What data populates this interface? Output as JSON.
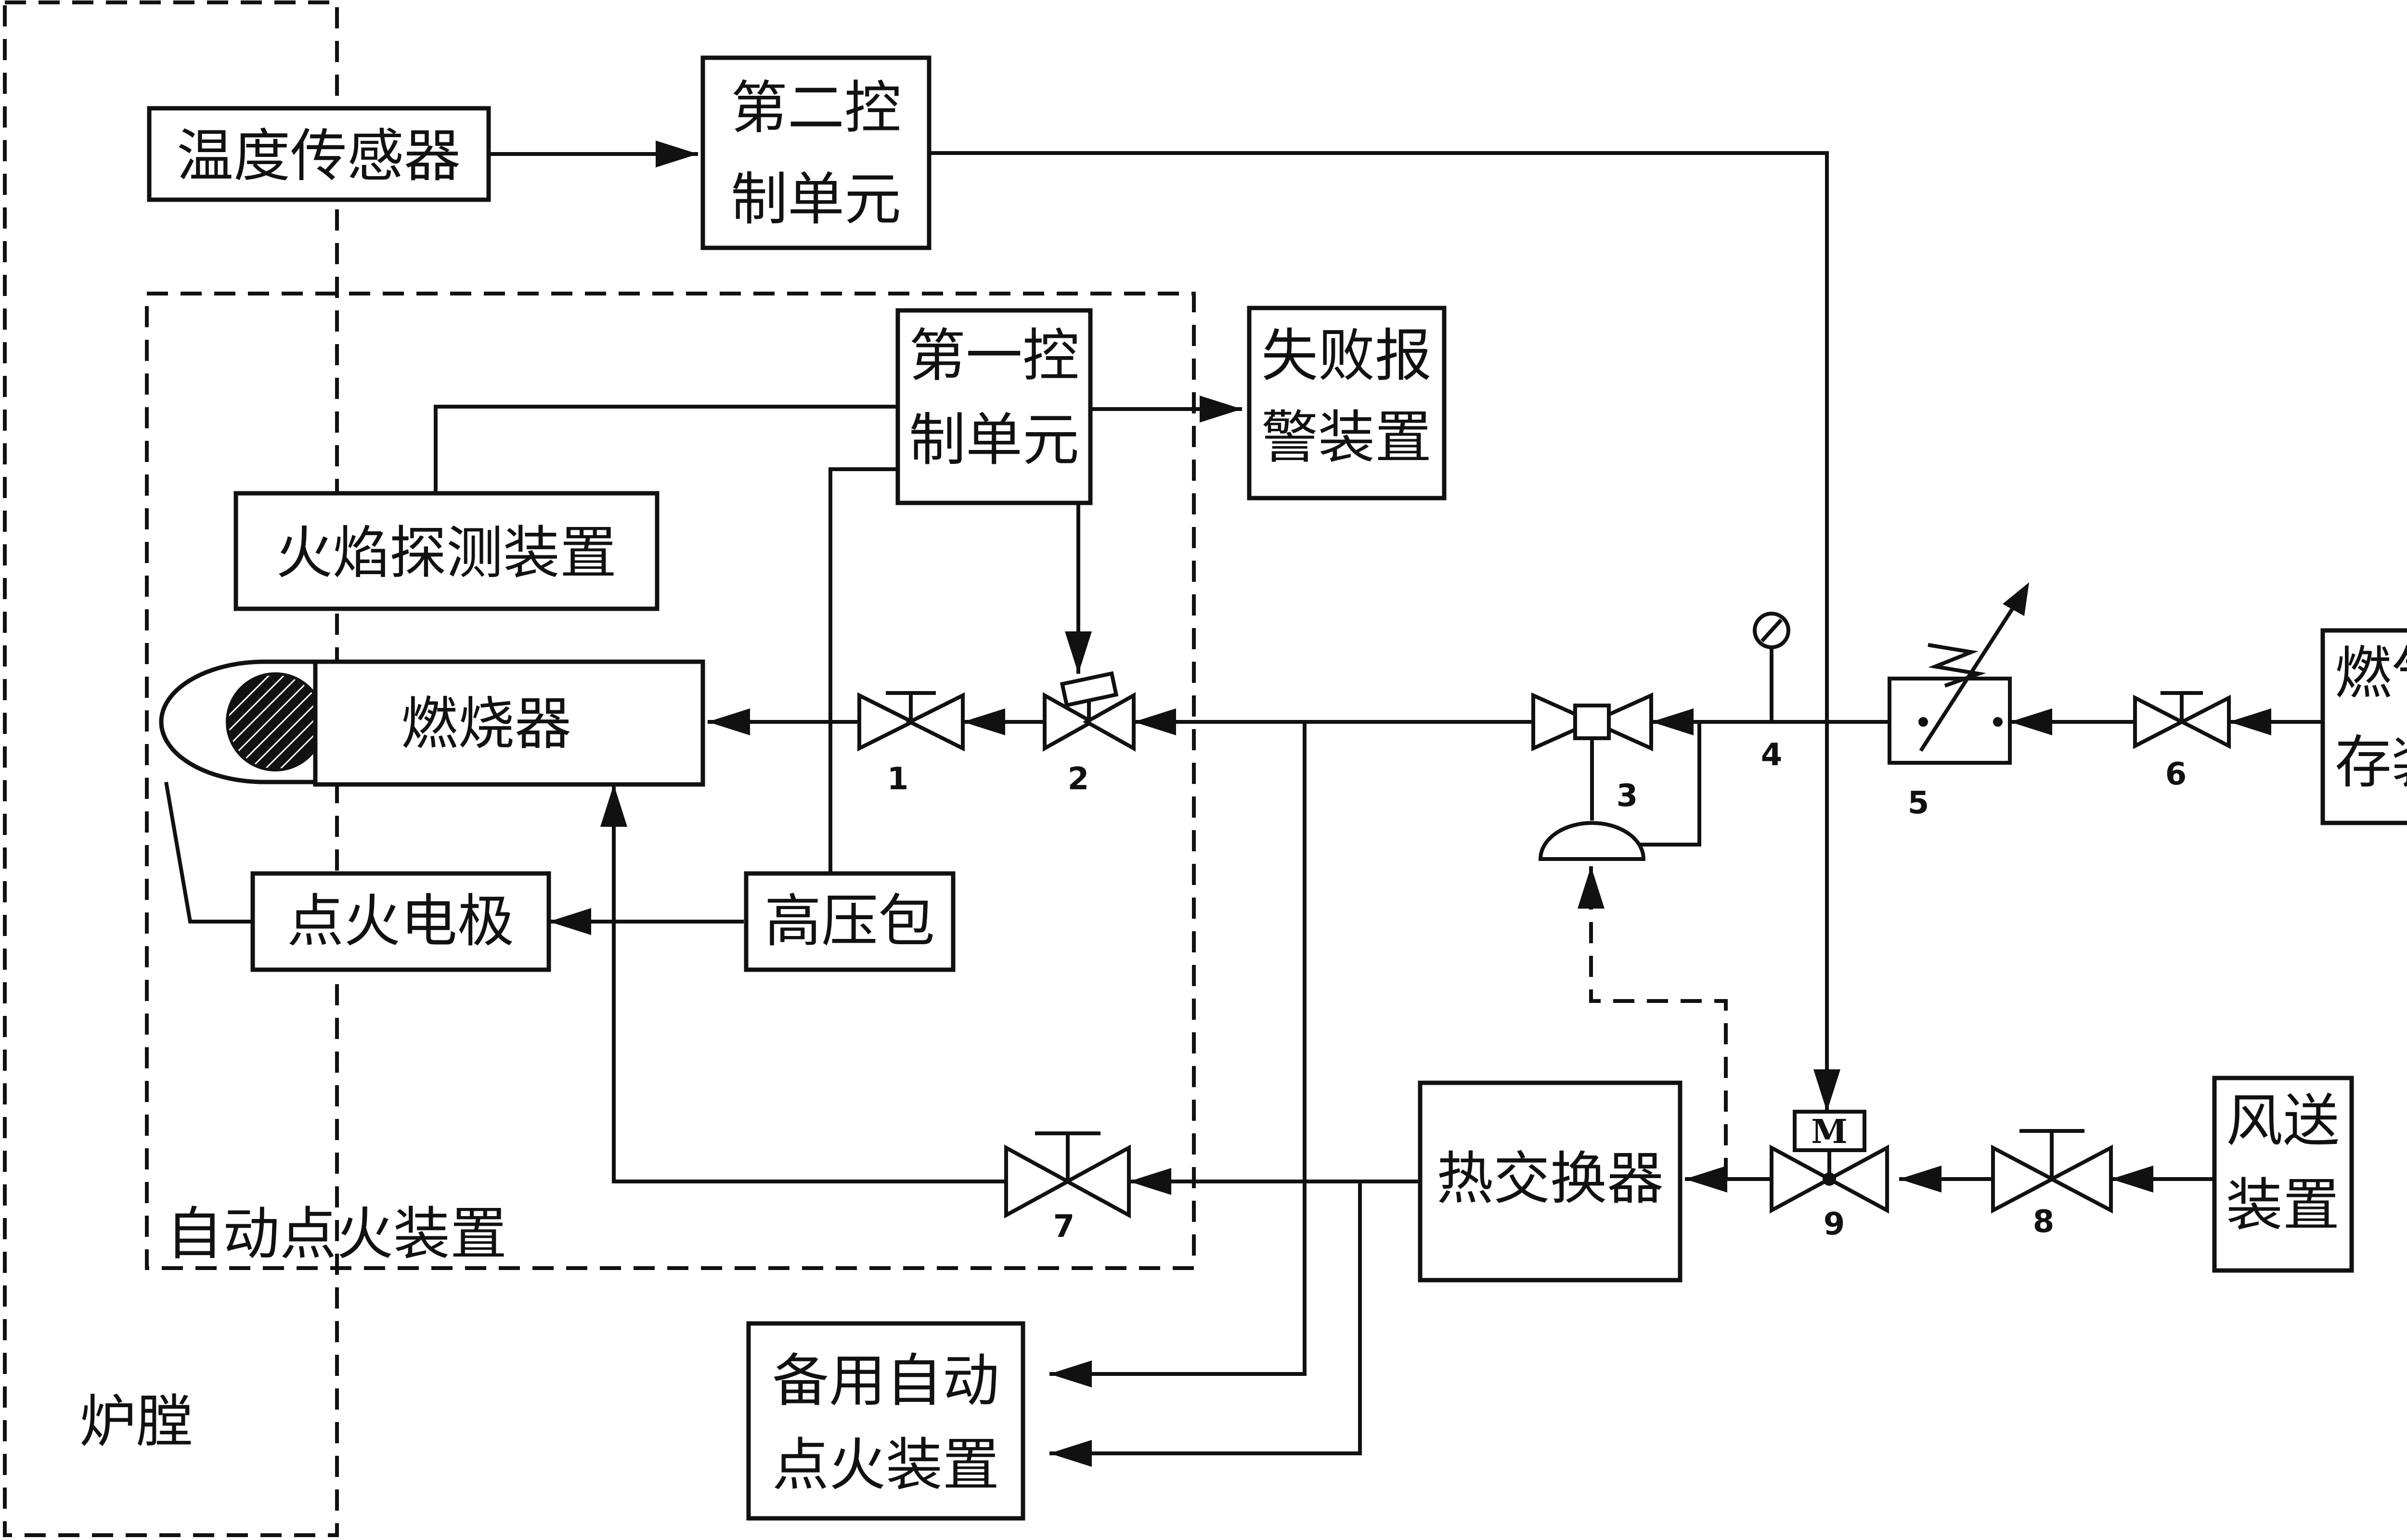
{
  "diagram": {
    "furnace_label": "炉膛",
    "auto_ignition_label": "自动点火装置",
    "nodes": {
      "temp_sensor": "温度传感器",
      "ctrl2_line1": "第二控",
      "ctrl2_line2": "制单元",
      "ctrl1_line1": "第一控",
      "ctrl1_line2": "制单元",
      "alarm_line1": "失败报",
      "alarm_line2": "警装置",
      "flame_detector": "火焰探测装置",
      "burner": "燃烧器",
      "ignition_electrode": "点火电极",
      "hv_pack": "高压包",
      "gas_store_line1": "燃气储",
      "gas_store_line2": "存装置",
      "heat_exchanger": "热交换器",
      "blower_line1": "风送",
      "blower_line2": "装置",
      "backup_line1": "备用自动",
      "backup_line2": "点火装置"
    },
    "component_numbers": {
      "v1": "1",
      "v2": "2",
      "v3": "3",
      "v4": "4",
      "v5": "5",
      "v6": "6",
      "v7": "7",
      "v8": "8",
      "v9": "9"
    },
    "motor_label": "M"
  }
}
